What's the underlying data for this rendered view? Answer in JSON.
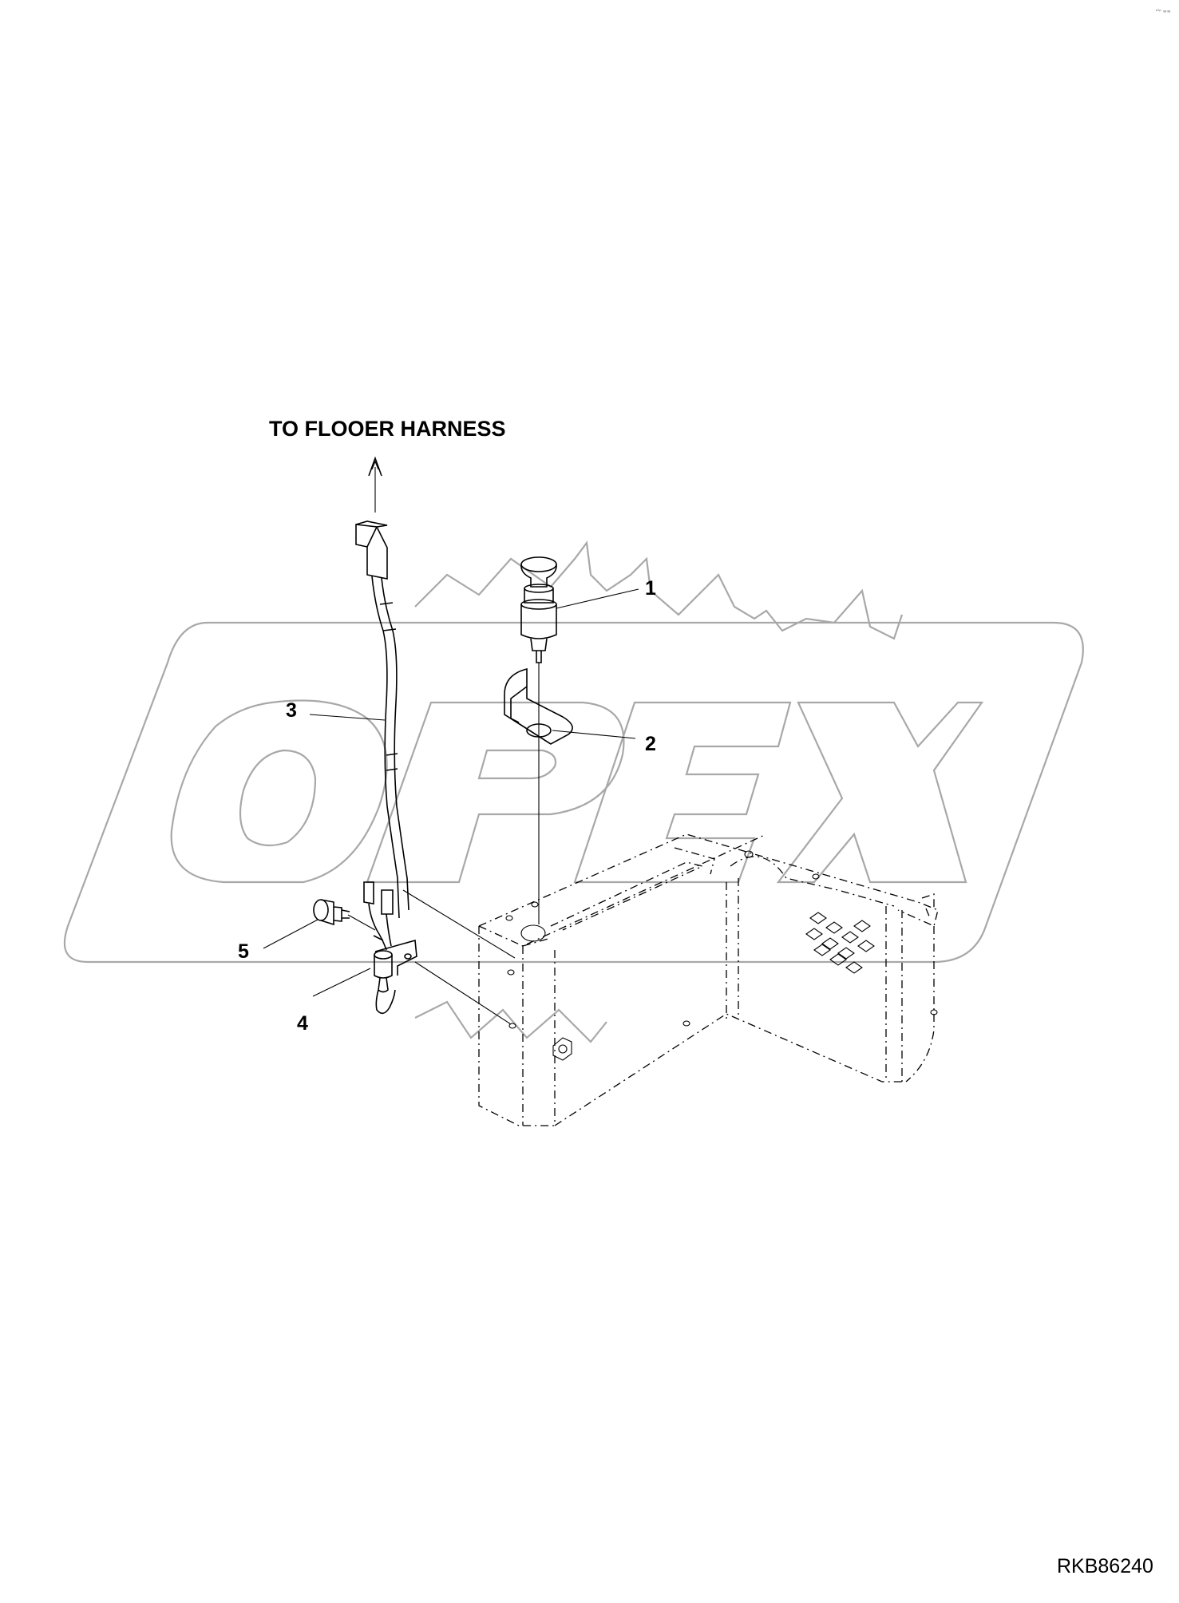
{
  "diagram": {
    "header_label": "TO FLOOER HARNESS",
    "drawing_code": "RKB86240",
    "corner_mark": "ᵉᶠᵖ ∞∞",
    "callouts": [
      {
        "id": "1",
        "label": "1"
      },
      {
        "id": "2",
        "label": "2"
      },
      {
        "id": "3",
        "label": "3"
      },
      {
        "id": "4",
        "label": "4"
      },
      {
        "id": "5",
        "label": "5"
      }
    ]
  },
  "watermark": {
    "text": "OPEX",
    "color": "#a8a8a8"
  },
  "colors": {
    "line": "#000000",
    "background": "#ffffff"
  }
}
